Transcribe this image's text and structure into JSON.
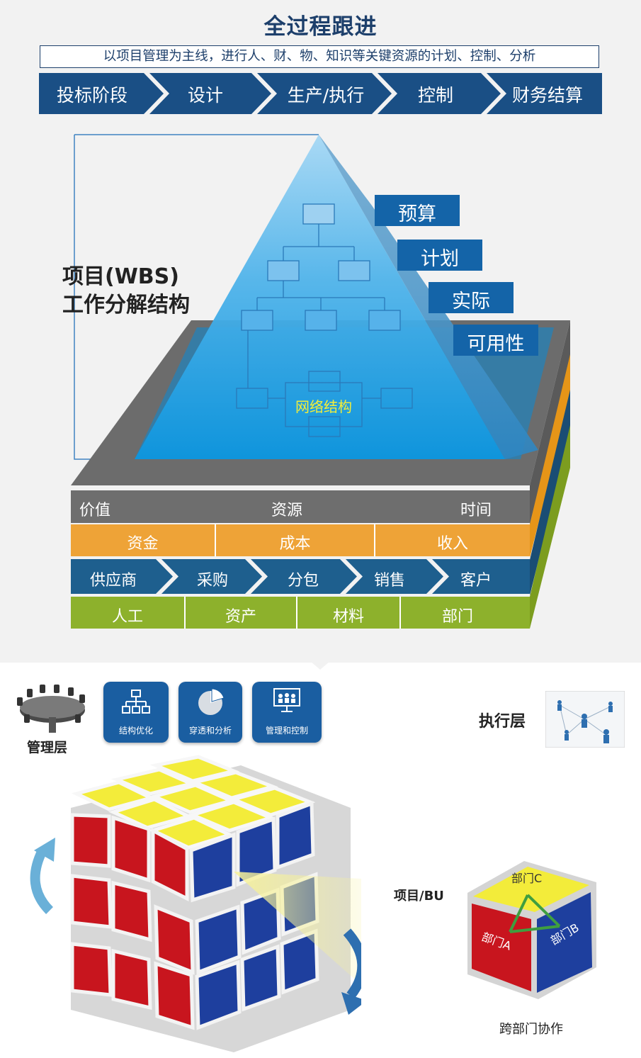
{
  "header": {
    "title": "全过程跟进",
    "subtitle": "以项目管理为主线，进行人、财、物、知识等关键资源的计划、控制、分析"
  },
  "process_steps": [
    "投标阶段",
    "设计",
    "生产/执行",
    "控制",
    "财务结算"
  ],
  "pyramid": {
    "title_line1": "项目(WBS)",
    "title_line2": "工作分解结构",
    "tags": [
      "预算",
      "计划",
      "实际",
      "可用性"
    ],
    "network_label": "网络结构"
  },
  "layers": {
    "row1": [
      "价值",
      "资源",
      "时间"
    ],
    "row2": [
      "资金",
      "成本",
      "收入"
    ],
    "row3": [
      "供应商",
      "采购",
      "分包",
      "销售",
      "客户"
    ],
    "row4": [
      "人工",
      "资产",
      "材料",
      "部门"
    ]
  },
  "bottom": {
    "management_label": "管理层",
    "execution_label": "执行层",
    "icons": [
      {
        "label": "结构优化",
        "icon": "org-chart-icon"
      },
      {
        "label": "穿透和分析",
        "icon": "pie-chart-icon"
      },
      {
        "label": "管理和控制",
        "icon": "meeting-screen-icon"
      }
    ],
    "project_label": "项目/BU",
    "dept_c": "部门C",
    "dept_a": "部门A",
    "dept_b": "部门B",
    "caption": "跨部门协作"
  },
  "colors": {
    "navy": "#1d3f6b",
    "chevron_blue": "#1a4f85",
    "pyramid_blue": "#1f8ed6",
    "tag_blue": "#1464a8",
    "gray_band": "#6e6e6e",
    "orange_band": "#eea337",
    "blue_band": "#1e5f8e",
    "green_band": "#8db12c",
    "cube_red": "#c8151e",
    "cube_blue": "#1e3f9e",
    "cube_yellow": "#f3ec3a"
  }
}
